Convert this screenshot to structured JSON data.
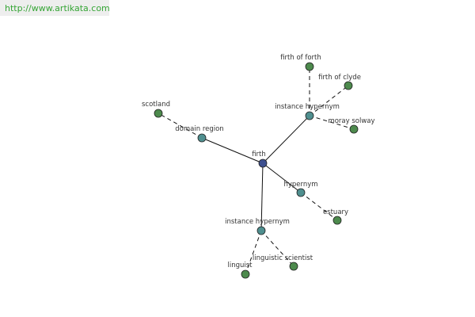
{
  "watermark": {
    "url_text": "http://www.artikata.com"
  },
  "colors": {
    "center_node": "#3d4f8f",
    "relation_node": "#4f8f8f",
    "leaf_node": "#4d8a4d",
    "edge": "#111111",
    "watermark_text": "#35a535",
    "watermark_background": "#eeeeee"
  },
  "graph": {
    "nodes": [
      {
        "id": "firth",
        "label": "firth",
        "kind": "center"
      },
      {
        "id": "domain_region",
        "label": "domain region",
        "kind": "relation"
      },
      {
        "id": "instance_hypernym_top",
        "label": "instance hypernym",
        "kind": "relation"
      },
      {
        "id": "hypernym",
        "label": "hypernym",
        "kind": "relation"
      },
      {
        "id": "instance_hypernym_bottom",
        "label": "instance hypernym",
        "kind": "relation"
      },
      {
        "id": "scotland",
        "label": "scotland",
        "kind": "leaf"
      },
      {
        "id": "firth_of_forth",
        "label": "firth of forth",
        "kind": "leaf"
      },
      {
        "id": "firth_of_clyde",
        "label": "firth of clyde",
        "kind": "leaf"
      },
      {
        "id": "moray_solway",
        "label": "moray solway",
        "kind": "leaf"
      },
      {
        "id": "estuary",
        "label": "estuary",
        "kind": "leaf"
      },
      {
        "id": "linguist",
        "label": "linguist",
        "kind": "leaf"
      },
      {
        "id": "linguistic_scientist",
        "label": "linguistic scientist",
        "kind": "leaf"
      }
    ],
    "edges": [
      {
        "from": "firth",
        "to": "domain_region",
        "style": "solid"
      },
      {
        "from": "firth",
        "to": "instance_hypernym_top",
        "style": "solid"
      },
      {
        "from": "firth",
        "to": "hypernym",
        "style": "solid"
      },
      {
        "from": "firth",
        "to": "instance_hypernym_bottom",
        "style": "solid"
      },
      {
        "from": "domain_region",
        "to": "scotland",
        "style": "dashed"
      },
      {
        "from": "instance_hypernym_top",
        "to": "firth_of_forth",
        "style": "dashed"
      },
      {
        "from": "instance_hypernym_top",
        "to": "firth_of_clyde",
        "style": "dashed"
      },
      {
        "from": "instance_hypernym_top",
        "to": "moray_solway",
        "style": "dashed"
      },
      {
        "from": "hypernym",
        "to": "estuary",
        "style": "dashed"
      },
      {
        "from": "instance_hypernym_bottom",
        "to": "linguist",
        "style": "dashed"
      },
      {
        "from": "instance_hypernym_bottom",
        "to": "linguistic_scientist",
        "style": "dashed"
      }
    ]
  }
}
